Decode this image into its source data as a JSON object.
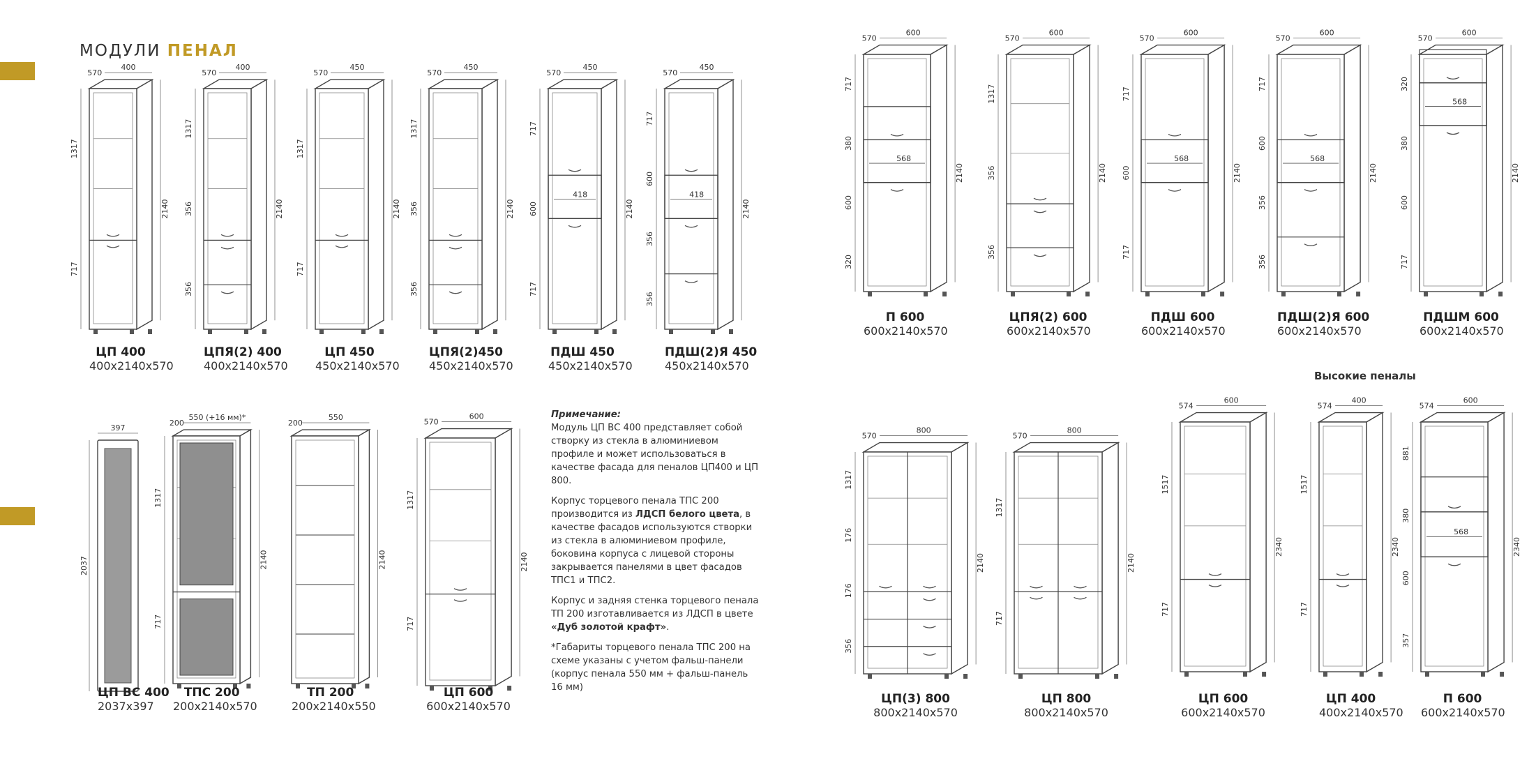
{
  "header": {
    "prefix": "МОДУЛИ",
    "highlight": "ПЕНАЛ"
  },
  "accent_color": "#c19a26",
  "section_title": "Высокие пеналы",
  "note": {
    "heading": "Примечание:",
    "p1": "Модуль ЦП ВС 400 представляет собой створку из стекла в алюминиевом профиле и может использоваться в качестве фасада для пеналов ЦП400 и ЦП 800.",
    "p2_a": "Корпус торцевого пенала ТПС 200 производится из ",
    "p2_b": "ЛДСП белого цвета",
    "p2_c": ", в качестве фасадов используются створки из стекла в алюминиевом профиле, боковина корпуса с лицевой стороны закрывается панелями в цвет фасадов ТПС1 и ТПС2.",
    "p3_a": "Корпус и задняя стенка торцевого пенала ТП 200 изготавливается из ЛДСП в цвете ",
    "p3_b": "«Дуб золотой крафт»",
    "p3_c": ".",
    "p4": "*Габариты торцевого пенала ТПС 200 на схеме указаны с учетом фальш-панели (корпус пенала 550 мм + фальш-панель 16 мм)"
  },
  "cabinets": [
    {
      "name": "ЦП 400",
      "size": "400x2140x570",
      "depth": "570",
      "width": "400",
      "height": "2140",
      "dims": [
        "1317",
        "717"
      ],
      "features": "door"
    },
    {
      "name": "ЦПЯ(2) 400",
      "size": "400x2140x570",
      "depth": "570",
      "width": "400",
      "height": "2140",
      "dims": [
        "1317",
        "356",
        "356"
      ],
      "features": "drawers2"
    },
    {
      "name": "ЦП 450",
      "size": "450x2140x570",
      "depth": "570",
      "width": "450",
      "height": "2140",
      "dims": [
        "1317",
        "717"
      ],
      "features": "door"
    },
    {
      "name": "ЦПЯ(2)450",
      "size": "450x2140x570",
      "depth": "570",
      "width": "450",
      "height": "2140",
      "dims": [
        "1317",
        "356",
        "356"
      ],
      "features": "drawers2"
    },
    {
      "name": "ПДШ 450",
      "size": "450x2140x570",
      "depth": "570",
      "width": "450",
      "height": "2140",
      "dims": [
        "717",
        "600",
        "717"
      ],
      "opening": "418",
      "features": "oven"
    },
    {
      "name": "ПДШ(2)Я 450",
      "size": "450x2140x570",
      "depth": "570",
      "width": "450",
      "height": "2140",
      "dims": [
        "717",
        "600",
        "356",
        "356"
      ],
      "opening": "418",
      "features": "oven-drawers"
    },
    {
      "name": "П 600",
      "size": "600x2140x570",
      "depth": "570",
      "width": "600",
      "height": "2140",
      "dims": [
        "717",
        "380",
        "600",
        "320"
      ],
      "opening": "568",
      "features": "oven-mw"
    },
    {
      "name": "ЦПЯ(2) 600",
      "size": "600x2140x570",
      "depth": "570",
      "width": "600",
      "height": "2140",
      "dims": [
        "1317",
        "356",
        "356"
      ],
      "features": "drawers2"
    },
    {
      "name": "ПДШ 600",
      "size": "600x2140x570",
      "depth": "570",
      "width": "600",
      "height": "2140",
      "dims": [
        "717",
        "600",
        "717"
      ],
      "opening": "568",
      "features": "oven"
    },
    {
      "name": "ПДШ(2)Я 600",
      "size": "600x2140x570",
      "depth": "570",
      "width": "600",
      "height": "2140",
      "dims": [
        "717",
        "600",
        "356",
        "356"
      ],
      "opening": "568",
      "features": "oven-drawers"
    },
    {
      "name": "ПДШМ 600",
      "size": "600x2140x570",
      "depth": "570",
      "width": "600",
      "height": "2140",
      "dims": [
        "320",
        "380",
        "600",
        "717"
      ],
      "opening": "568",
      "features": "oven-mw-top"
    },
    {
      "name": "ЦП ВС 400",
      "size": "2037x397",
      "width": "397",
      "height": "2037",
      "features": "glass"
    },
    {
      "name": "ТПС 200",
      "size": "200x2140x570",
      "depth": "200",
      "width": "550 (+16 мм)*",
      "height": "2140",
      "dims": [
        "1317",
        "717"
      ],
      "features": "glass2"
    },
    {
      "name": "ТП 200",
      "size": "200x2140x550",
      "depth": "200",
      "width": "550",
      "height": "2140",
      "features": "open"
    },
    {
      "name": "ЦП 600",
      "size": "600x2140x570",
      "depth": "570",
      "width": "600",
      "height": "2140",
      "dims": [
        "1317",
        "717"
      ],
      "features": "door"
    },
    {
      "name": "ЦП(3) 800",
      "size": "800x2140x570",
      "depth": "570",
      "width": "800",
      "height": "2140",
      "dims": [
        "1317",
        "176",
        "176",
        "356"
      ],
      "features": "double-drawers3"
    },
    {
      "name": "ЦП 800",
      "size": "800x2140x570",
      "depth": "570",
      "width": "800",
      "height": "2140",
      "dims": [
        "1317",
        "717"
      ],
      "features": "double"
    },
    {
      "name": "ЦП 600",
      "size": "600x2140x570",
      "depth": "574",
      "width": "600",
      "height": "2340",
      "dims": [
        "1517",
        "717"
      ],
      "features": "door"
    },
    {
      "name": "ЦП 400",
      "size": "400x2140x570",
      "depth": "574",
      "width": "400",
      "height": "2340",
      "dims": [
        "1517",
        "717"
      ],
      "features": "door"
    },
    {
      "name": "П 600",
      "size": "600x2140x570",
      "depth": "574",
      "width": "600",
      "height": "2340",
      "dims": [
        "881",
        "380",
        "600",
        "357"
      ],
      "opening": "568",
      "features": "oven-mw"
    }
  ]
}
